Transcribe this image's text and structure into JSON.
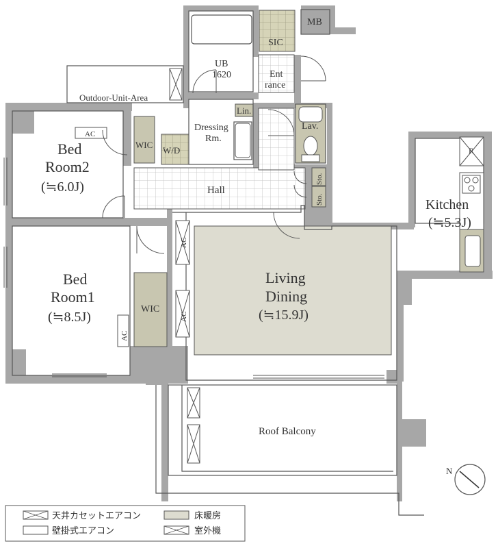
{
  "colors": {
    "wall": "#a7a7a7",
    "wall_dark": "#8e8e8e",
    "floor_heat": "#dddcd0",
    "wic_fill": "#c8c6b0",
    "line": "#555555",
    "tile": "#bdbdbd",
    "sic_fill": "#d6d4b8"
  },
  "rooms": {
    "bedroom2": {
      "line1": "Bed",
      "line2": "Room2",
      "line3": "(≒6.0J)"
    },
    "bedroom1": {
      "line1": "Bed",
      "line2": "Room1",
      "line3": "(≒8.5J)"
    },
    "living": {
      "line1": "Living",
      "line2": "Dining",
      "line3": "(≒15.9J)"
    },
    "kitchen": {
      "line1": "Kitchen",
      "line2": "(≒5.3J)"
    }
  },
  "labels": {
    "mb": "MB",
    "sic": "SIC",
    "ub_line1": "UB",
    "ub_line2": "1620",
    "entrance_line1": "Ent",
    "entrance_line2": "rance",
    "outdoor_unit_area": "Outdoor-Unit-Area",
    "lin": "Lin.",
    "dressing_line1": "Dressing",
    "dressing_line2": "Rm.",
    "lav": "Lav.",
    "wic_upper": "WIC",
    "wd": "W/D",
    "hall": "Hall",
    "sto1": "Sto.",
    "sto2": "Sto.",
    "wic_lower": "WIC",
    "roof_balcony": "Roof Balcony",
    "ac": "AC",
    "refrigerator": "R",
    "compass_n": "N"
  },
  "legend": {
    "ceiling_ac": "天井カセットエアコン",
    "wall_ac": "壁掛式エアコン",
    "floor_heating": "床暖房",
    "outdoor_unit": "室外機"
  }
}
